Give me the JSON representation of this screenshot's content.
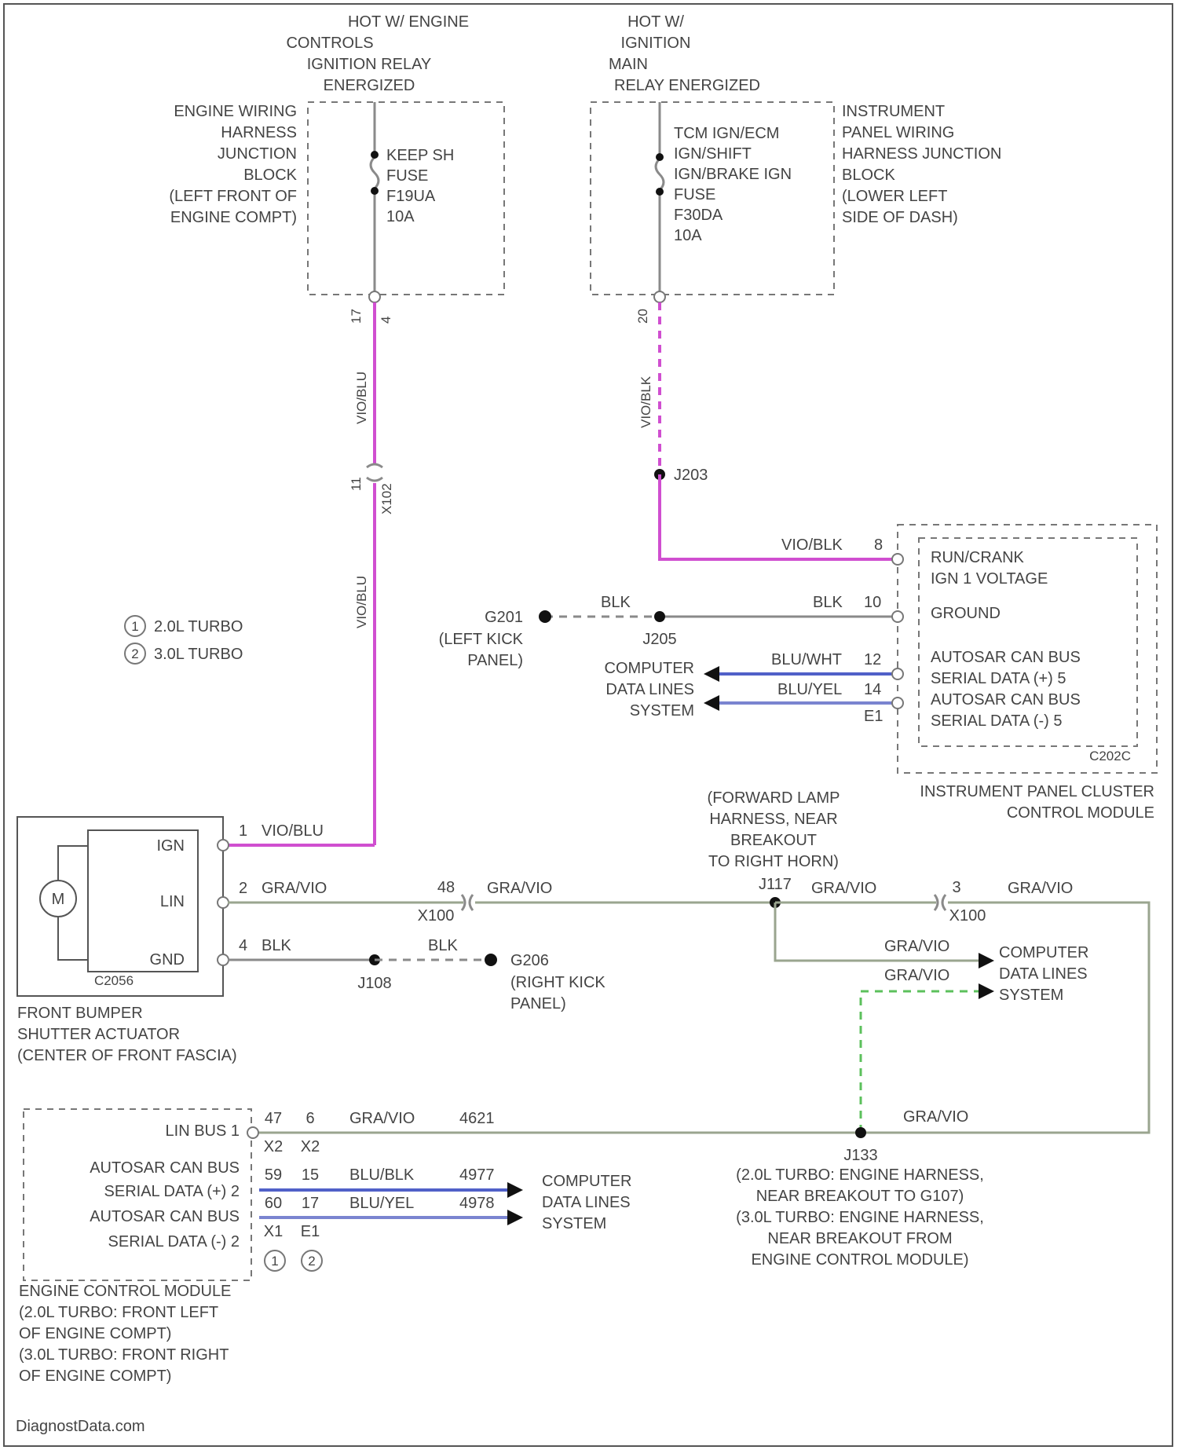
{
  "top": {
    "engine_relay": [
      "HOT W/ ENGINE",
      "CONTROLS",
      "IGNITION RELAY",
      "ENERGIZED"
    ],
    "run_relay": [
      "HOT W/",
      "IGNITION",
      "MAIN",
      "RELAY ENERGIZED"
    ]
  },
  "engine_junction_block": {
    "label": [
      "ENGINE WIRING",
      "HARNESS",
      "JUNCTION",
      "BLOCK",
      "(LEFT FRONT OF",
      "ENGINE COMPT)"
    ],
    "fuse": [
      "KEEP SH",
      "FUSE",
      "F19UA",
      "10A"
    ],
    "pins": [
      "17",
      "4"
    ]
  },
  "ip_junction_block": {
    "label": [
      "INSTRUMENT",
      "PANEL WIRING",
      "HARNESS JUNCTION",
      "BLOCK",
      "(LOWER LEFT",
      "SIDE OF DASH)"
    ],
    "fuse": [
      "TCM IGN/ECM",
      "IGN/SHIFT",
      "IGN/BRAKE IGN",
      "FUSE",
      "F30DA",
      "10A"
    ],
    "pin": "20"
  },
  "wires": {
    "vio_blu": "VIO/BLU",
    "vio_blk": "VIO/BLK",
    "blk": "BLK",
    "gra_vio": "GRA/VIO",
    "blu_wht": "BLU/WHT",
    "blu_yel": "BLU/YEL",
    "blu_blk": "BLU/BLK"
  },
  "inline": {
    "c_top": [
      "11",
      "X102"
    ],
    "c_mid": [
      "48",
      "X100"
    ],
    "c_right": [
      "3",
      "X100"
    ]
  },
  "splices": {
    "j203": "J203",
    "j205": "J205",
    "j108": "J108",
    "j117": "J117",
    "j133": "J133"
  },
  "legend": {
    "first": "2.0L TURBO",
    "second": "3.0L TURBO"
  },
  "ipc": {
    "pins": [
      "8",
      "10",
      "12",
      "14",
      "E1"
    ],
    "functions": [
      "RUN/CRANK",
      "IGN 1 VOLTAGE",
      "GROUND",
      "AUTOSAR CAN BUS",
      "SERIAL DATA (+) 5",
      "AUTOSAR CAN BUS",
      "SERIAL DATA (-) 5"
    ],
    "connector": "C202C",
    "label": [
      "INSTRUMENT PANEL CLUSTER",
      "CONTROL MODULE"
    ]
  },
  "ground_g201": {
    "id": "G201",
    "location": [
      "(LEFT KICK",
      "PANEL)"
    ]
  },
  "ground_g206": {
    "id": "G206",
    "location": [
      "(RIGHT KICK",
      "PANEL)"
    ]
  },
  "computer_data": [
    "COMPUTER",
    "DATA LINES",
    "SYSTEM"
  ],
  "actuator": {
    "pins": [
      "1",
      "2",
      "4"
    ],
    "terminals": [
      "IGN",
      "LIN",
      "GND"
    ],
    "motor": "M",
    "connector": "C2056",
    "label": [
      "FRONT BUMPER",
      "SHUTTER ACTUATOR",
      "(CENTER OF FRONT FASCIA)"
    ]
  },
  "j117_location": [
    "(FORWARD LAMP",
    "HARNESS, NEAR",
    "BREAKOUT",
    "TO RIGHT HORN)"
  ],
  "ecm": {
    "pins_a": [
      "47",
      "X2",
      "59",
      "60",
      "X1"
    ],
    "pins_b": [
      "6",
      "X2",
      "15",
      "17",
      "E1"
    ],
    "functions": [
      "LIN BUS 1",
      "AUTOSAR CAN BUS",
      "SERIAL DATA (+) 2",
      "AUTOSAR CAN BUS",
      "SERIAL DATA (-) 2"
    ],
    "circuits": [
      "4621",
      "4977",
      "4978"
    ],
    "label": [
      "ENGINE CONTROL MODULE",
      "(2.0L TURBO: FRONT LEFT",
      "OF ENGINE COMPT)",
      "(3.0L TURBO: FRONT RIGHT",
      "OF ENGINE COMPT)"
    ]
  },
  "j133_location": [
    "(2.0L TURBO: ENGINE HARNESS,",
    "NEAR BREAKOUT TO G107)",
    "(3.0L TURBO: ENGINE HARNESS,",
    "NEAR BREAKOUT FROM",
    "ENGINE CONTROL MODULE)"
  ],
  "footer": "DiagnostData.com"
}
